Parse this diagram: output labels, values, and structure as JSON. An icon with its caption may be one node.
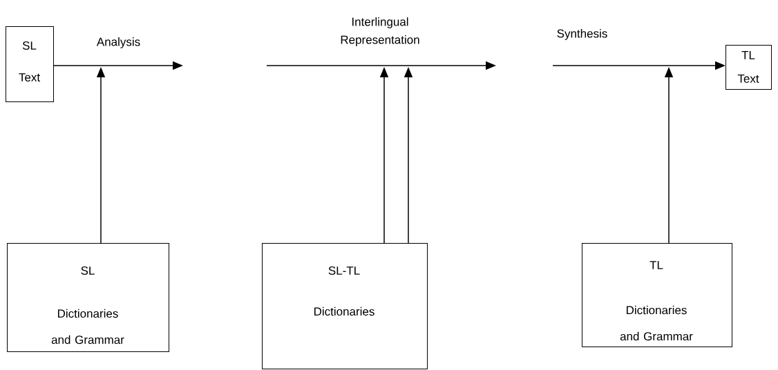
{
  "diagram": {
    "nodes": [
      {
        "text": [
          "SL Text"
        ]
      },
      {
        "text": [
          "TL Text"
        ]
      },
      {
        "text": [
          "SL",
          "Dictionaries and Grammar"
        ]
      },
      {
        "text": [
          "SL-TL",
          "Dictionaries"
        ]
      },
      {
        "text": [
          "TL",
          "Dictionaries and Grammar"
        ]
      }
    ],
    "edges": [
      {
        "from": 0,
        "to": null,
        "arrow": "to",
        "label": "Analysis"
      },
      {
        "from": 2,
        "to": null,
        "arrow": "to"
      },
      {
        "from": 3,
        "to": null,
        "arrow": "to"
      },
      {
        "from": 3,
        "to": null,
        "arrow": "to"
      },
      {
        "from": null,
        "to": 1,
        "arrow": "to",
        "label": "Synthesis"
      },
      {
        "from": 4,
        "to": null,
        "arrow": "to"
      }
    ],
    "labels": [
      "Interlingual Representation"
    ]
  }
}
